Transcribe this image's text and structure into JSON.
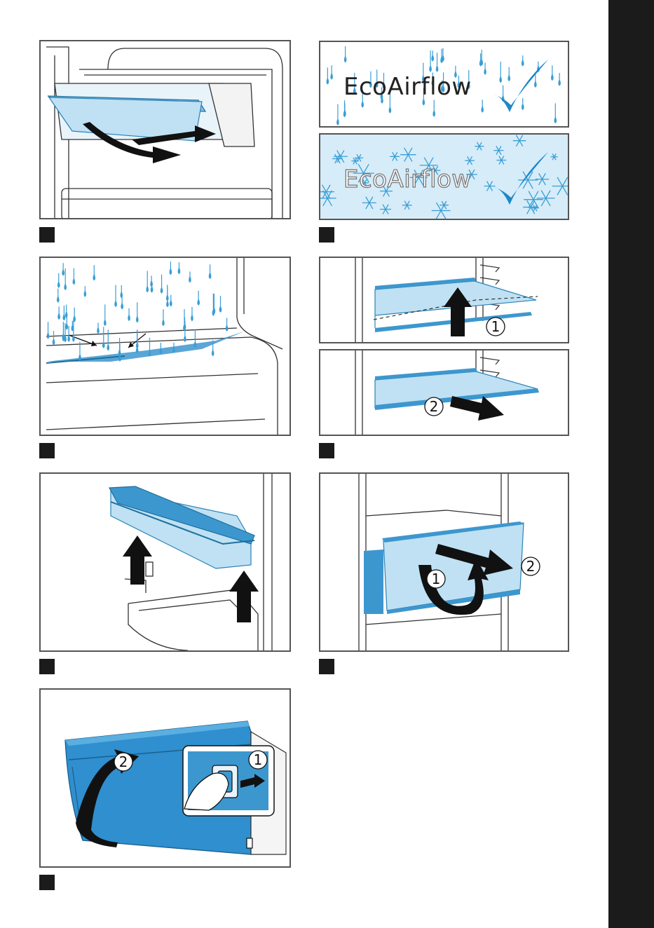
{
  "sidebar": {
    "color": "#1b1b1b"
  },
  "panel_b": {
    "label_top": "EcoAirflow",
    "label_bottom": "EcoAirflow",
    "rain_color": "#3a9ed6",
    "check_color": "#1d88c8"
  },
  "panel_d": {
    "step_1": "1",
    "step_2": "2"
  },
  "panel_f": {
    "step_1": "1",
    "step_2": "2"
  },
  "panel_g": {
    "step_1": "1",
    "step_2": "2"
  },
  "colors": {
    "shelf_blue": "#bfe1f3",
    "accent_blue": "#3d97cf",
    "drawer_blue": "#2f8fcf"
  }
}
